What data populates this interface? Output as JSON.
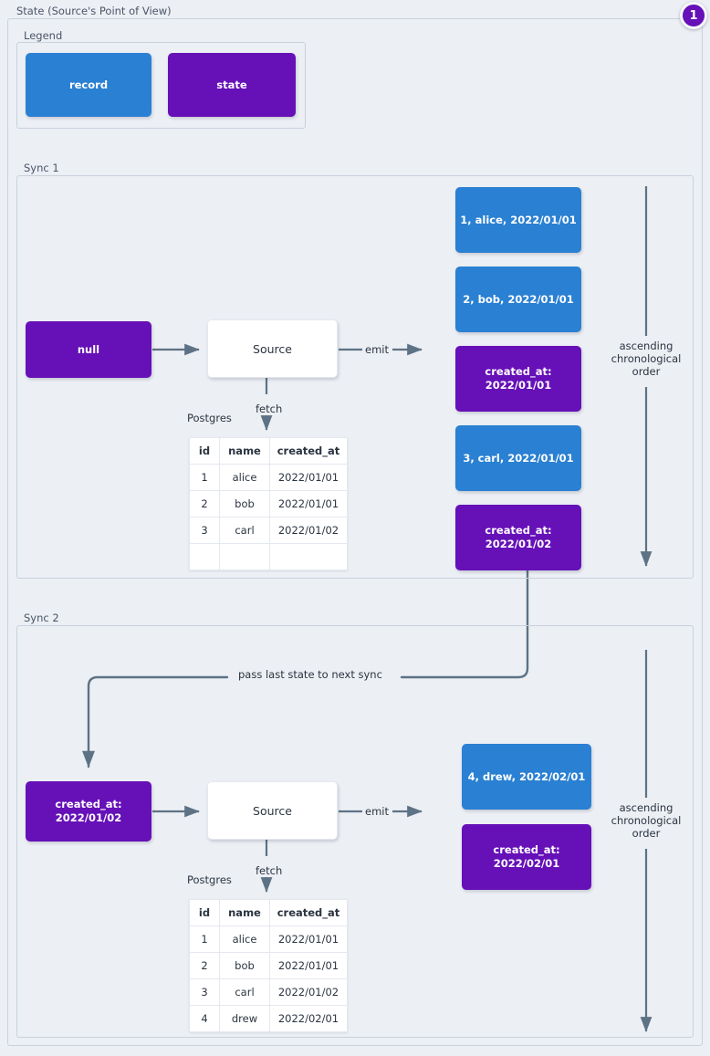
{
  "diagram": {
    "title": "State (Source's Point of View)",
    "badge": "1",
    "colors": {
      "record": "#2a80d2",
      "state": "#6610b8",
      "background": "#eceff4",
      "connector": "#5d7285",
      "frame": "#c8d2dd"
    }
  },
  "legend": {
    "label": "Legend",
    "items": [
      {
        "label": "record",
        "kind": "record"
      },
      {
        "label": "state",
        "kind": "state"
      }
    ]
  },
  "sync1": {
    "label": "Sync 1",
    "input_state": "null",
    "source": "Source",
    "fetch_label": "fetch",
    "emit_label": "emit",
    "db_label": "Postgres",
    "order_label": "ascending chronological order",
    "table": {
      "columns": [
        "id",
        "name",
        "created_at"
      ],
      "rows": [
        [
          "1",
          "alice",
          "2022/01/01"
        ],
        [
          "2",
          "bob",
          "2022/01/01"
        ],
        [
          "3",
          "carl",
          "2022/01/02"
        ],
        [
          "",
          "",
          ""
        ]
      ]
    },
    "emitted": [
      {
        "kind": "record",
        "text": "1, alice, 2022/01/01"
      },
      {
        "kind": "record",
        "text": "2, bob, 2022/01/01"
      },
      {
        "kind": "state",
        "line1": "created_at:",
        "line2": "2022/01/01"
      },
      {
        "kind": "record",
        "text": "3, carl, 2022/01/01"
      },
      {
        "kind": "state",
        "line1": "created_at:",
        "line2": "2022/01/02"
      }
    ]
  },
  "sync2": {
    "label": "Sync 2",
    "pass_state_label": "pass last state to next sync",
    "input_state_line1": "created_at:",
    "input_state_line2": "2022/01/02",
    "source": "Source",
    "fetch_label": "fetch",
    "emit_label": "emit",
    "db_label": "Postgres",
    "order_label": "ascending chronological order",
    "table": {
      "columns": [
        "id",
        "name",
        "created_at"
      ],
      "rows": [
        [
          "1",
          "alice",
          "2022/01/01"
        ],
        [
          "2",
          "bob",
          "2022/01/01"
        ],
        [
          "3",
          "carl",
          "2022/01/02"
        ],
        [
          "4",
          "drew",
          "2022/02/01"
        ]
      ]
    },
    "emitted": [
      {
        "kind": "record",
        "text": "4, drew, 2022/02/01"
      },
      {
        "kind": "state",
        "line1": "created_at:",
        "line2": "2022/02/01"
      }
    ]
  }
}
